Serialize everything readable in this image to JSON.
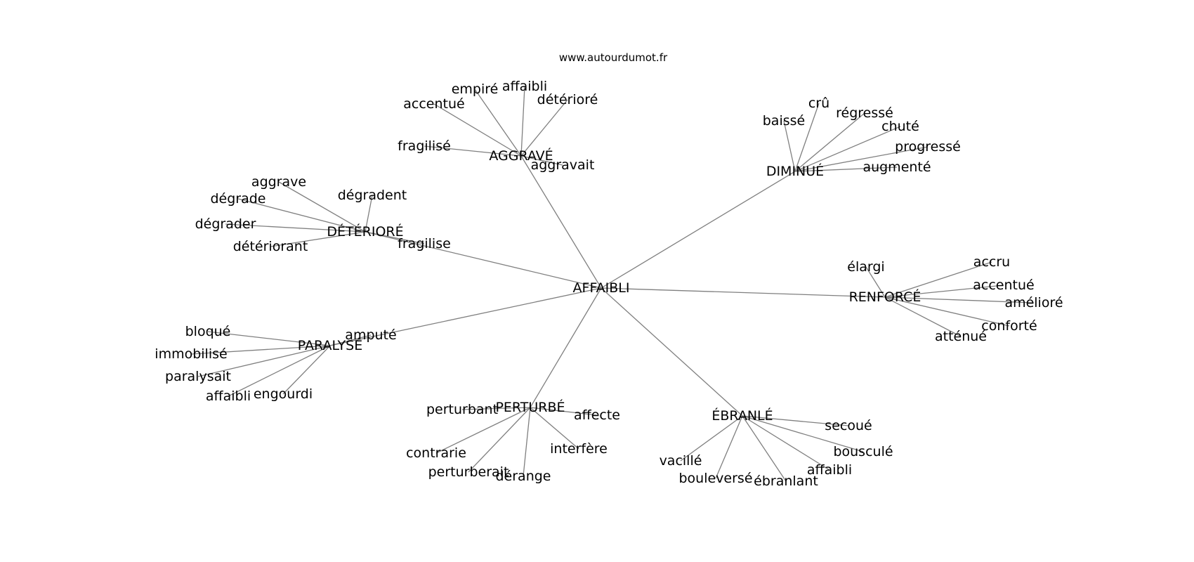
{
  "source": "www.autourdumot.fr",
  "center": "AFFAIBLI",
  "groups": [
    {
      "id": "aggrave",
      "label": "AGGRAVÉ",
      "leaves": [
        "accentué",
        "empiré",
        "affaibli",
        "détérioré",
        "fragilisé",
        "aggravait"
      ]
    },
    {
      "id": "diminue",
      "label": "DIMINUÉ",
      "leaves": [
        "baissé",
        "crû",
        "régressé",
        "chuté",
        "progressé",
        "augmenté"
      ]
    },
    {
      "id": "deteriore",
      "label": "DÉTÉRIORÉ",
      "leaves": [
        "aggrave",
        "dégradent",
        "dégrade",
        "dégrader",
        "détériorant",
        "fragilise"
      ]
    },
    {
      "id": "renforce",
      "label": "RENFORCÉ",
      "leaves": [
        "élargi",
        "accru",
        "accentué",
        "amélioré",
        "conforté",
        "atténué"
      ]
    },
    {
      "id": "paralyse",
      "label": "PARALYSÉ",
      "leaves": [
        "amputé",
        "bloqué",
        "immobilisé",
        "paralysait",
        "affaibli",
        "engourdi"
      ]
    },
    {
      "id": "perturbe",
      "label": "PERTURBÉ",
      "leaves": [
        "perturbant",
        "affecte",
        "contrarie",
        "interfère",
        "perturberait",
        "dérange"
      ]
    },
    {
      "id": "ebranle",
      "label": "ÉBRANLÉ",
      "leaves": [
        "secoué",
        "bousculé",
        "affaibli",
        "vacillé",
        "bouleversé",
        "ébranlant"
      ]
    }
  ]
}
